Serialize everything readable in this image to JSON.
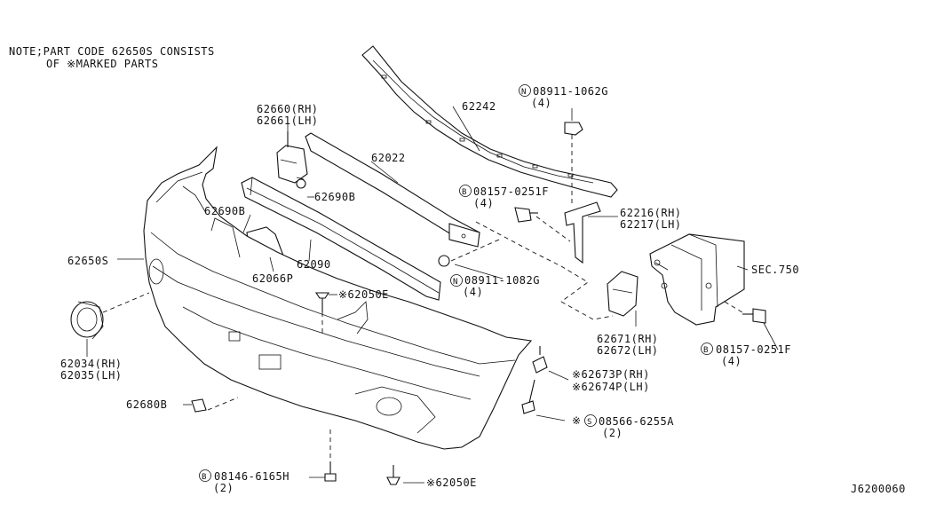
{
  "note": {
    "line1": "NOTE;PART CODE 62650S CONSISTS",
    "line2": "OF ※MARKED PARTS"
  },
  "diagram_id": "J6200060",
  "labels": {
    "p62242": "62242",
    "p08911_1062g": "08911-1062G",
    "p08911_1062g_qty": "(4)",
    "p62660": "62660(RH)",
    "p62661": "62661(LH)",
    "p62022": "62022",
    "p62690b_top": "62690B",
    "p08157_0251f_top": "08157-0251F",
    "p08157_0251f_top_qty": "(4)",
    "p62216": "62216(RH)",
    "p62217": "62217(LH)",
    "p62690b_left": "62690B",
    "p62090": "62090",
    "p62650s": "62650S",
    "p62066p": "62066P",
    "p08911_1082g": "08911-1082G",
    "p08911_1082g_qty": "(4)",
    "p62050e_top": "※62050E",
    "sec750": "SEC.750",
    "p62671": "62671(RH)",
    "p62672": "62672(LH)",
    "p08157_0251f_right": "08157-0251F",
    "p08157_0251f_right_qty": "(4)",
    "p62034": "62034(RH)",
    "p62035": "62035(LH)",
    "p62673p": "※62673P(RH)",
    "p62674p": "※62674P(LH)",
    "p62680b": "62680B",
    "p08566_6255a": "08566-6255A",
    "p08566_6255a_prefix": "※",
    "p08566_6255a_qty": "(2)",
    "p08146_6165h": "08146-6165H",
    "p08146_6165h_qty": "(2)",
    "p62050e_bottom": "※62050E"
  },
  "badges": {
    "n": "N",
    "b": "B",
    "s": "S"
  }
}
